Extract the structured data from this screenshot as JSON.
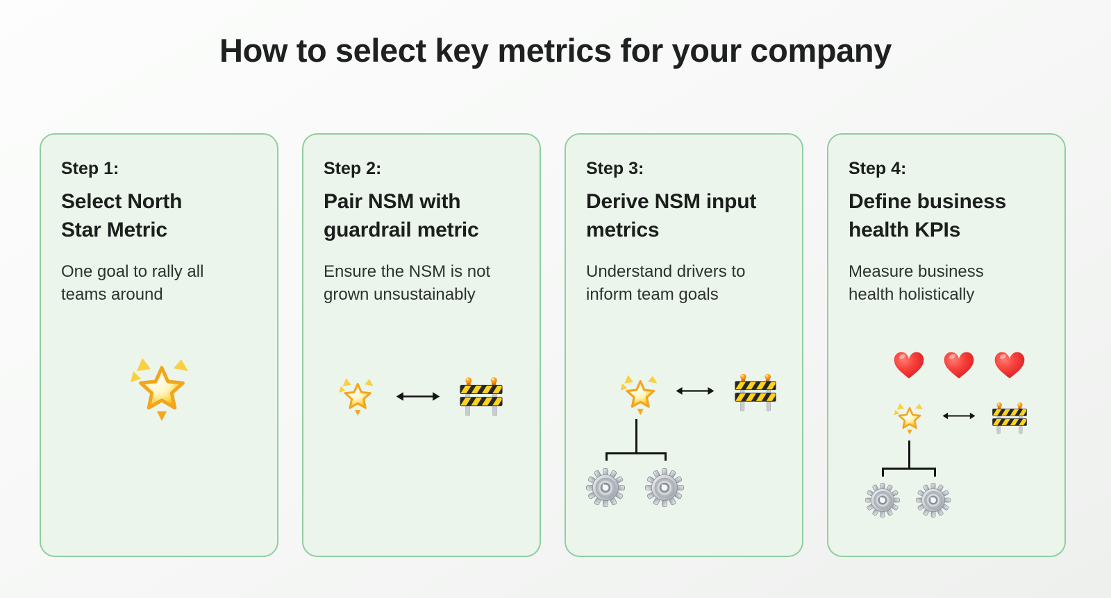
{
  "title": "How to select key metrics for your company",
  "colors": {
    "page_bg_top": "#fcfdfc",
    "page_bg_bottom": "#eef0ee",
    "card_bg": "#ebf5ec",
    "card_border": "#8fce9c",
    "heading_text": "#1b1e1c",
    "body_text": "#2e322f",
    "connector_line": "#151515",
    "star_yellow": "#ffd952",
    "barrier_yellow": "#ffd21e",
    "heart_red": "#f8403a",
    "gear_gray": "#c6cacf"
  },
  "icons": {
    "glowing-star": "🌟",
    "arrow-left-right": "↔",
    "construction-barrier": "🚧",
    "gear": "⚙",
    "heart": "❤"
  },
  "steps": [
    {
      "label": "Step 1:",
      "title": "Select North\nStar Metric",
      "description": "One goal to rally all\nteams around",
      "figure": {
        "icons": [
          "glowing-star"
        ]
      }
    },
    {
      "label": "Step 2:",
      "title": "Pair NSM with\nguardrail metric",
      "description": "Ensure the NSM is not\ngrown unsustainably",
      "figure": {
        "icons": [
          "glowing-star",
          "arrow-left-right",
          "construction-barrier"
        ]
      }
    },
    {
      "label": "Step 3:",
      "title": "Derive NSM input\nmetrics",
      "description": "Understand drivers to\ninform team goals",
      "figure": {
        "icons": [
          "glowing-star",
          "arrow-left-right",
          "construction-barrier"
        ],
        "tree_children": [
          "gear",
          "gear"
        ]
      }
    },
    {
      "label": "Step 4:",
      "title": "Define business\nhealth KPIs",
      "description": "Measure business\nhealth holistically",
      "figure": {
        "hearts": [
          "heart",
          "heart",
          "heart"
        ],
        "icons": [
          "glowing-star",
          "arrow-left-right",
          "construction-barrier"
        ],
        "tree_children": [
          "gear",
          "gear"
        ]
      }
    }
  ]
}
